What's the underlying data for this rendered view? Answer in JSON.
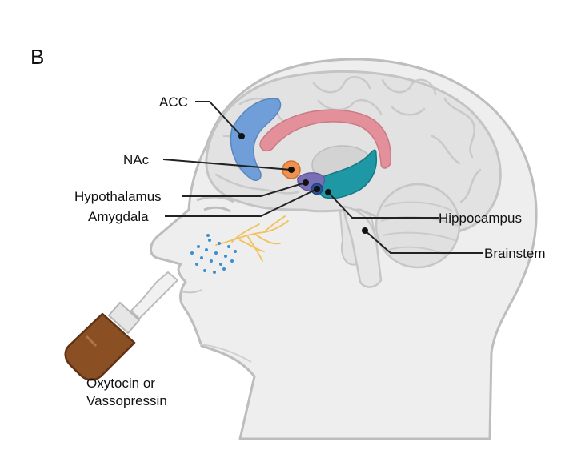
{
  "panel_letter": "B",
  "labels": {
    "acc": "ACC",
    "nac": "NAc",
    "hypothalamus": "Hypothalamus",
    "amygdala": "Amygdala",
    "hippocampus": "Hippocampus",
    "brainstem": "Brainstem"
  },
  "bottle_caption": {
    "line1": "Oxytocin or",
    "line2": "Vassopressin"
  },
  "colors": {
    "head_fill": "#eeeeee",
    "head_outline": "#bdbdbd",
    "brain_fill": "#e2e2e2",
    "acc": "#6f9ed8",
    "corpus_callosum": "#e3909a",
    "nac": "#f0924f",
    "hypothalamus": "#7a6fb6",
    "amygdala": "#2c4f92",
    "hippocampus": "#1f98a6",
    "nerve": "#f1c15a",
    "spray": "#3b8fd0",
    "bottle": "#8b4f24"
  }
}
